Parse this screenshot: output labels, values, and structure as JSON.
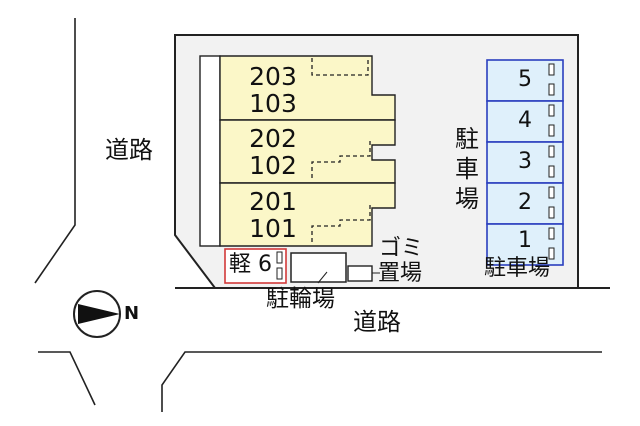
{
  "labels": {
    "road_left": "道路",
    "road_bottom": "道路",
    "parking_vertical": "駐車場",
    "parking_horizontal": "駐車場",
    "bicycle_parking": "駐輪場",
    "garbage_top": "ゴミ",
    "garbage_bottom": "置場",
    "north": "N"
  },
  "building_units": [
    {
      "upper": "203",
      "lower": "103"
    },
    {
      "upper": "202",
      "lower": "102"
    },
    {
      "upper": "201",
      "lower": "101"
    }
  ],
  "parking_spaces": [
    "5",
    "4",
    "3",
    "2",
    "1"
  ],
  "kei_space": "軽 6",
  "colors": {
    "building_fill": "#fbf7c8",
    "parking_fill": "#dff0fb",
    "parking_border": "#2b3fbf",
    "kei_border": "#d23a3a",
    "lot_fill": "#f2f2f2",
    "line": "#222222"
  }
}
